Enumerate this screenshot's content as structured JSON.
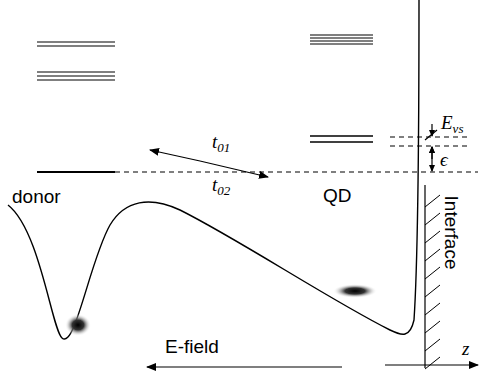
{
  "diagram": {
    "labels": [
      "donor",
      "t01",
      "t02",
      "QD",
      "Evs",
      "ϵ",
      "Interface",
      "E-field",
      "z"
    ]
  }
}
